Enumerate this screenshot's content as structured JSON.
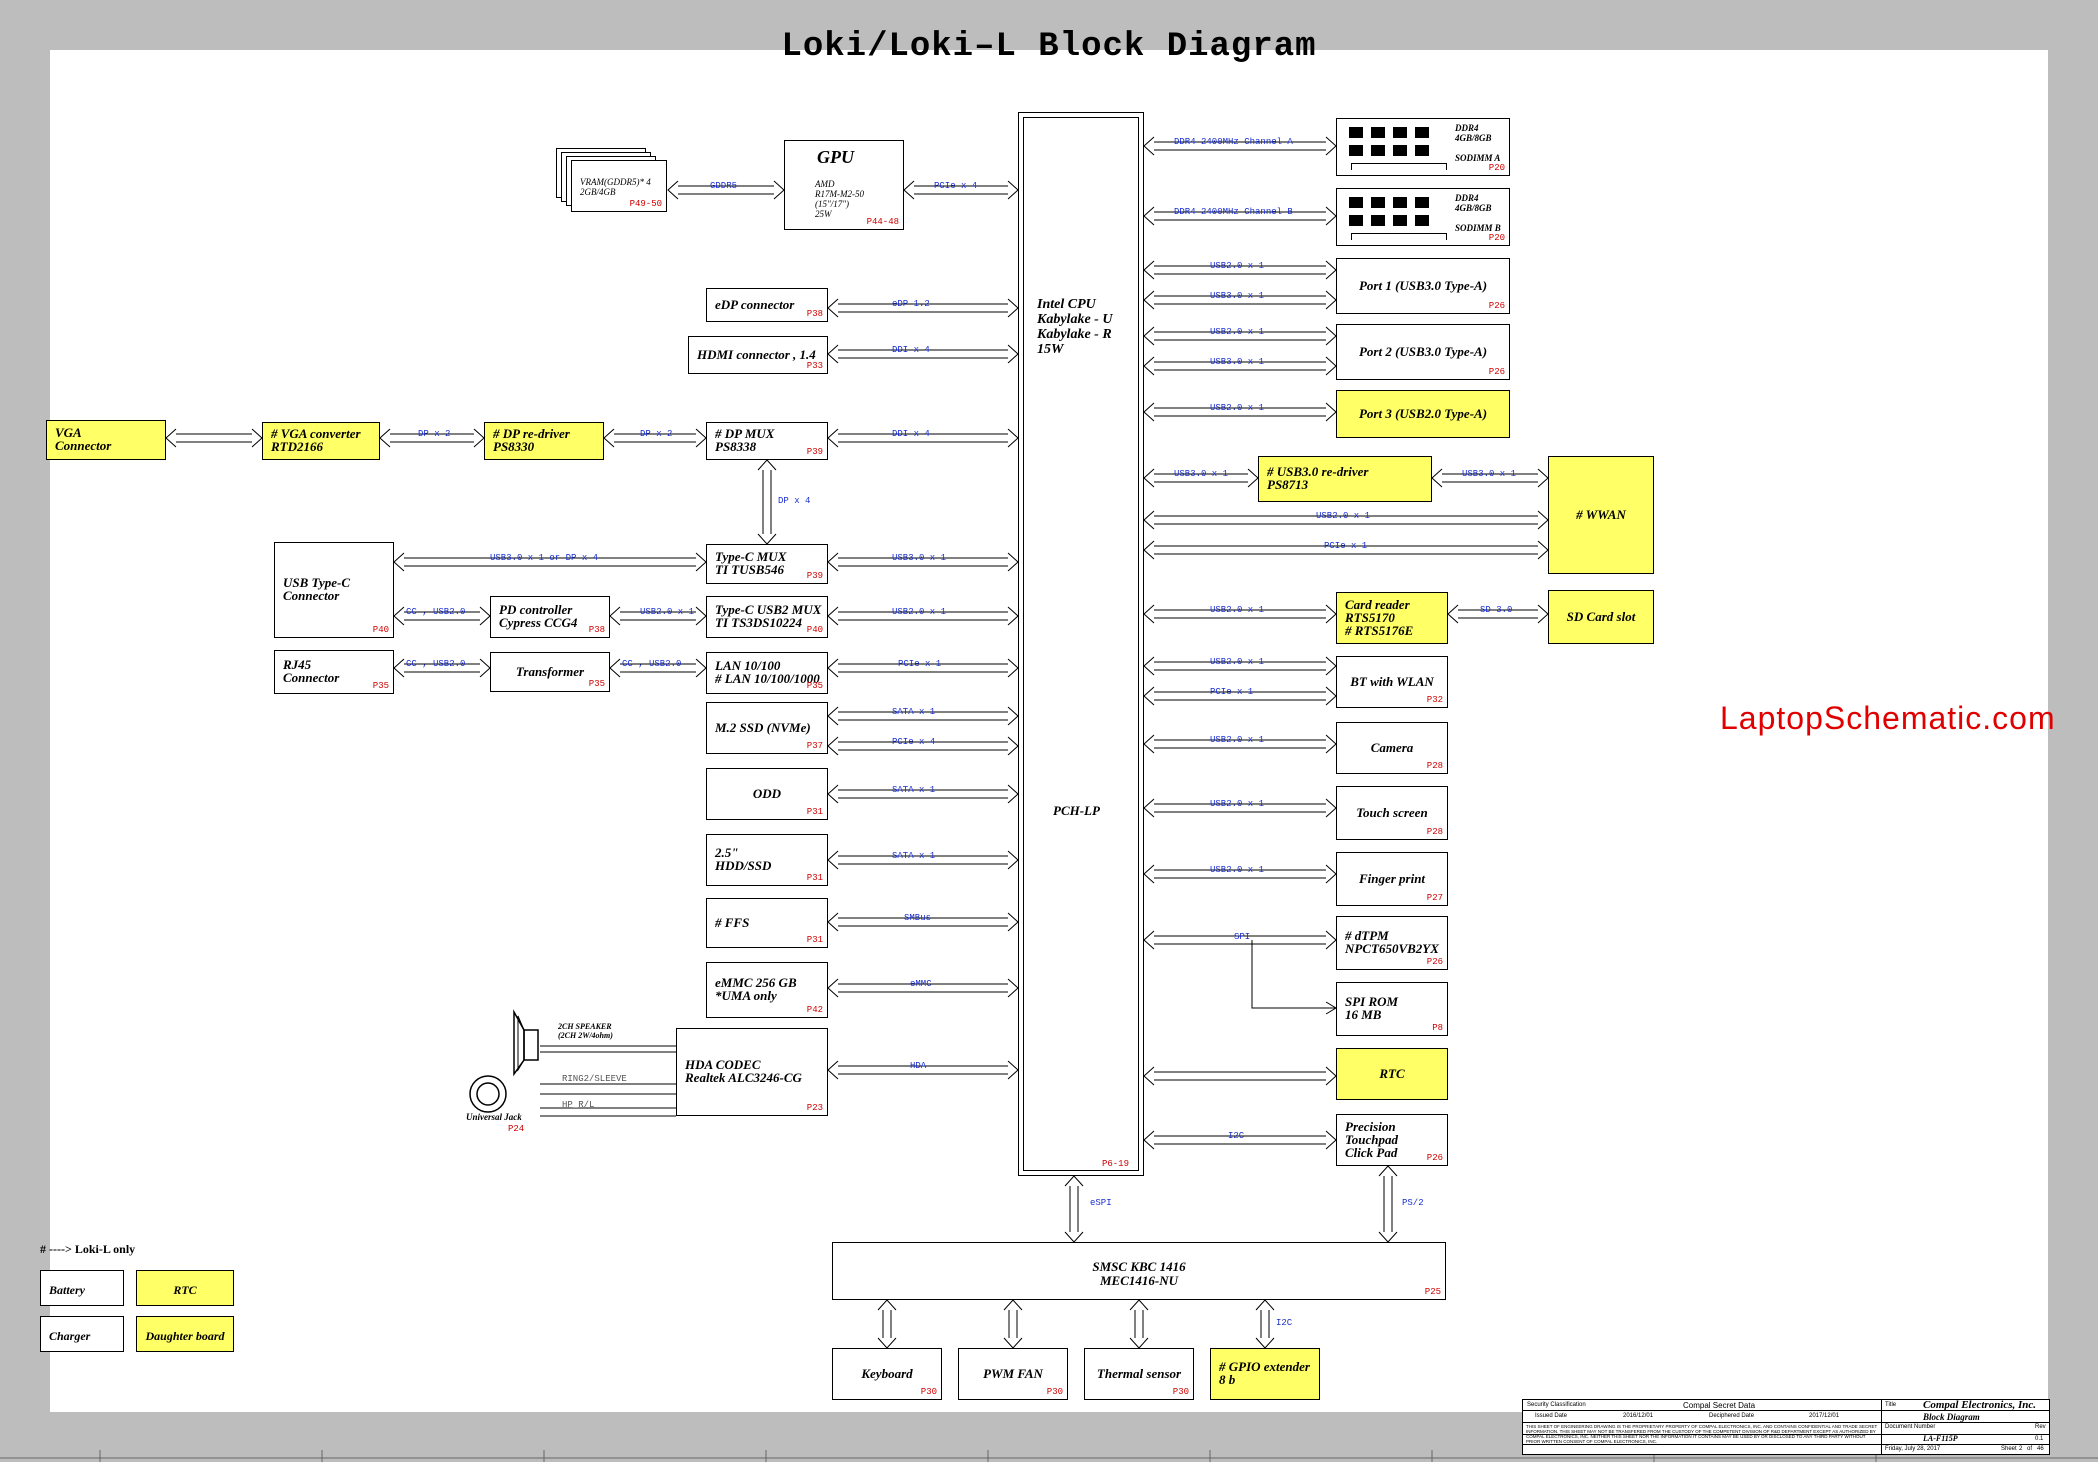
{
  "title": "Loki/Loki–L Block Diagram",
  "watermark": "LaptopSchematic.com",
  "cpu": {
    "name": "Intel CPU\nKabylake - U\nKabylake - R\n15W",
    "pch": "PCH-LP",
    "page": "P6-19"
  },
  "gpu": {
    "title": "GPU",
    "detail": "AMD\nR17M-M2-50\n(15\"/17\")\n25W",
    "page": "P44-48"
  },
  "vram": {
    "label": "VRAM(GDDR5)* 4\n2GB/4GB",
    "page": "P49-50"
  },
  "speaker": {
    "label": "2CH SPEAKER\n(2CH 2W/4ohm)"
  },
  "jack": {
    "label": "Universal Jack",
    "page": "P24"
  },
  "kbc": {
    "label": "SMSC KBC 1416\nMEC1416-NU",
    "page": "P25"
  },
  "boxes": {
    "edp": {
      "label": "eDP connector",
      "page": "P38"
    },
    "hdmi": {
      "label": "HDMI connector , 1.4",
      "page": "P33"
    },
    "vga": {
      "label": "VGA\nConnector",
      "page": ""
    },
    "vgaconv": {
      "label": "# VGA converter\nRTD2166",
      "page": ""
    },
    "dpredrv": {
      "label": "# DP re-driver\nPS8330",
      "page": ""
    },
    "dpmux": {
      "label": "# DP MUX\nPS8338",
      "page": "P39"
    },
    "usbc": {
      "label": "USB Type-C\nConnector",
      "page": "P40"
    },
    "tcmux": {
      "label": "Type-C MUX\nTI TUSB546",
      "page": "P39"
    },
    "pd": {
      "label": "PD controller\nCypress CCG4",
      "page": "P38"
    },
    "tcusb2": {
      "label": "Type-C USB2 MUX\nTI TS3DS10224",
      "page": "P40"
    },
    "rj45": {
      "label": "RJ45\nConnector",
      "page": "P35"
    },
    "xfmr": {
      "label": "Transformer",
      "page": "P35"
    },
    "lan": {
      "label": "LAN 10/100\n# LAN 10/100/1000",
      "page": "P35"
    },
    "m2ssd": {
      "label": "M.2 SSD (NVMe)",
      "page": "P37"
    },
    "odd": {
      "label": "ODD",
      "page": "P31"
    },
    "hdd": {
      "label": "2.5\"\nHDD/SSD",
      "page": "P31"
    },
    "ffs": {
      "label": "# FFS",
      "page": "P31"
    },
    "emmc": {
      "label": "eMMC 256 GB\n*UMA only",
      "page": "P42"
    },
    "hda": {
      "label": "HDA CODEC\nRealtek ALC3246-CG",
      "page": "P23"
    },
    "dimma": {
      "label": "DDR4\n4GB/8GB\n\nSODIMM A",
      "page": "P20"
    },
    "dimmb": {
      "label": "DDR4\n4GB/8GB\n\nSODIMM B",
      "page": "P20"
    },
    "port1": {
      "label": "Port 1 (USB3.0 Type-A)",
      "page": "P26"
    },
    "port2": {
      "label": "Port 2 (USB3.0 Type-A)",
      "page": "P26"
    },
    "port3": {
      "label": "Port 3 (USB2.0 Type-A)",
      "page": ""
    },
    "usb3drv": {
      "label": "# USB3.0 re-driver\nPS8713",
      "page": ""
    },
    "wwan": {
      "label": "# WWAN",
      "page": ""
    },
    "cardrd": {
      "label": "Card reader\nRTS5170\n# RTS5176E",
      "page": ""
    },
    "sdslot": {
      "label": "SD Card slot",
      "page": ""
    },
    "bt": {
      "label": "BT with WLAN",
      "page": "P32"
    },
    "camera": {
      "label": "Camera",
      "page": "P28"
    },
    "touch": {
      "label": "Touch screen",
      "page": "P28"
    },
    "finger": {
      "label": "Finger print",
      "page": "P27"
    },
    "dtpm": {
      "label": "# dTPM\nNPCT650VB2YX",
      "page": "P26"
    },
    "spirom": {
      "label": "SPI ROM\n16 MB",
      "page": "P8"
    },
    "rtc": {
      "label": "RTC",
      "page": ""
    },
    "touchpad": {
      "label": "Precision\nTouchpad\nClick Pad",
      "page": "P26"
    },
    "kbd": {
      "label": "Keyboard",
      "page": "P30"
    },
    "fan": {
      "label": "PWM FAN",
      "page": "P30"
    },
    "thermal": {
      "label": "Thermal sensor",
      "page": "P30"
    },
    "gpio": {
      "label": "# GPIO extender\n8 b",
      "page": ""
    }
  },
  "signals": {
    "gddr5": "GDDR5",
    "pcie_gpu": "PCIe x 4",
    "edp": "eDP 1.2",
    "hdmi": "DDI x 4",
    "dp2a": "DP x 2",
    "dp2b": "DP x 2",
    "ddi4": "DDI x 4",
    "dp4": "DP x 4",
    "usbc_mux": "USB3.0 x 1 or DP x 4",
    "tcmux_cpu": "USB3.0 x 1",
    "cc1": "CC , USB2.0",
    "pd_usb": "USB2.0 x 1",
    "tcusb2_cpu": "USB2.0 x 1",
    "cc2": "CC , USB2.0",
    "cc3": "CC , USB2.0",
    "lan": "PCIe x 1",
    "sata1": "SATA x 1",
    "pcie4": "PCIe x 4",
    "sata_odd": "SATA x 1",
    "sata_hdd": "SATA x 1",
    "smbus": "SMBus",
    "emmc": "eMMC",
    "hda": "HDA",
    "ring": "RING2/SLEEVE",
    "hpr": "HP_R/L",
    "ddr_a": "DDR4 2400MHz Channel A",
    "ddr_b": "DDR4 2400MHz Channel B",
    "p1u2": "USB2.0 x 1",
    "p1u3": "USB3.0 x 1",
    "p2u2": "USB2.0 x 1",
    "p2u3": "USB3.0 x 1",
    "p3u2": "USB2.0 x 1",
    "drv_in": "USB3.0 x 1",
    "drv_out": "USB3.0 x 1",
    "wwan_u2": "USB2.0 x 1",
    "wwan_pcie": "PCIe x 1",
    "card_u2": "USB2.0 x 1",
    "sd3": "SD 3.0",
    "bt_u2": "USB2.0 x 1",
    "bt_pcie": "PCIe x 1",
    "cam": "USB2.0 x 1",
    "touch": "USB2.0 x 1",
    "finger": "USB2.0 x 1",
    "spi": "SPI",
    "i2c": "I2C",
    "espi": "eSPI",
    "ps2": "PS/2",
    "i2c2": "I2C"
  },
  "legend": {
    "note": "# ----> Loki-L only",
    "battery": "Battery",
    "rtc": "RTC",
    "charger": "Charger",
    "daughter": "Daughter board"
  },
  "title_block": {
    "security": "Security Classification",
    "secret": "Compal Secret Data",
    "issued": "Issued Date",
    "issued_val": "2016/12/01",
    "deciphered": "Deciphered Date",
    "deciphered_val": "2017/12/01",
    "title_lbl": "Title",
    "company": "Compal Electronics, Inc.",
    "doc_title": "Block Diagram",
    "docnum_lbl": "Document Number",
    "rev_lbl": "Rev",
    "docnum": "LA-F115P",
    "rev": "0.1",
    "date": "Friday, July 28, 2017",
    "sheet_lbl": "Sheet",
    "sheet": "2",
    "of_lbl": "of",
    "total": "46",
    "disclaimer": "THIS SHEET OF ENGINEERING DRAWING IS THE PROPRIETARY PROPERTY OF COMPAL ELECTRONICS, INC. AND CONTAINS CONFIDENTIAL AND TRADE SECRET INFORMATION. THIS SHEET MAY NOT BE TRANSFERED FROM THE CUSTODY OF THE COMPETENT DIVISION OF R&D DEPARTMENT EXCEPT AS AUTHORIZED BY COMPAL ELECTRONICS, INC. NEITHER THIS SHEET NOR THE INFORMATION IT CONTAINS MAY BE USED BY OR DISCLOSED TO ANY THIRD PARTY WITHOUT PRIOR WRITTEN CONSENT OF COMPAL ELECTRONICS, INC."
  }
}
